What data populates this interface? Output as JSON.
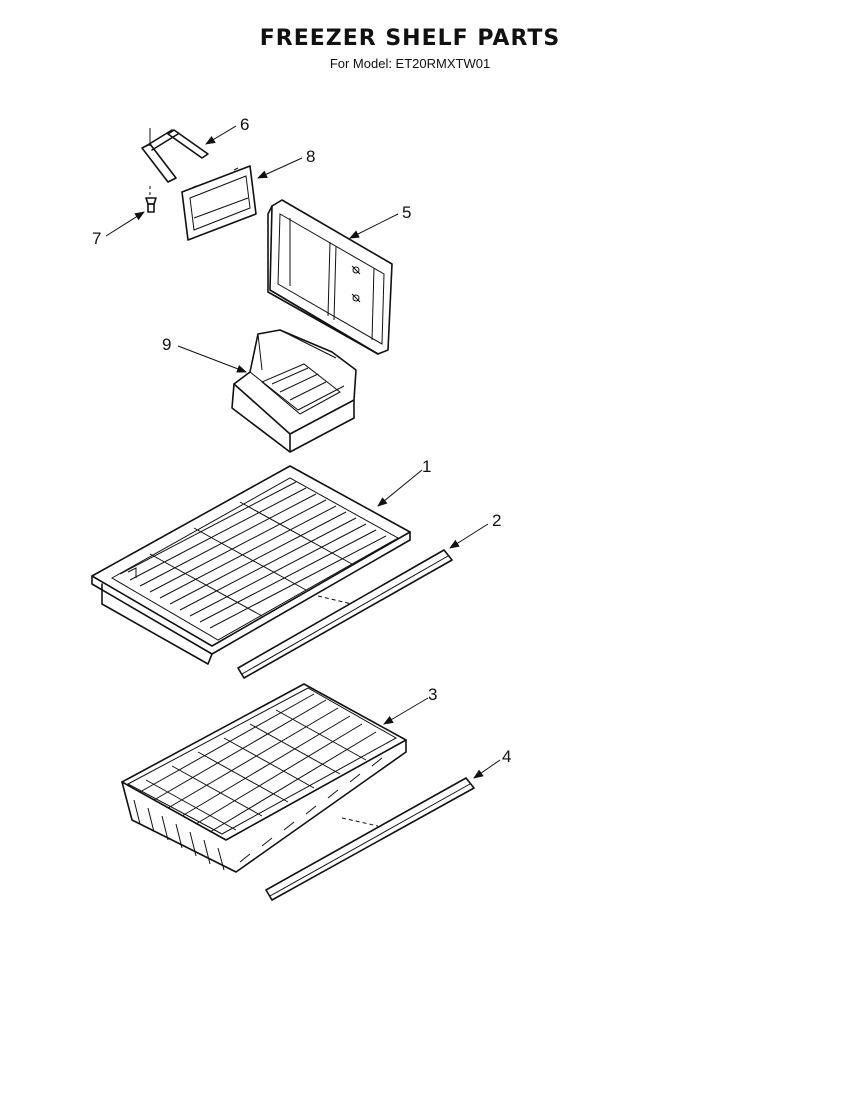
{
  "header": {
    "title": "FREEZER SHELF PARTS",
    "subtitle": "For Model: ET20RMXTW01"
  },
  "callouts": {
    "c1": "1",
    "c2": "2",
    "c3": "3",
    "c4": "4",
    "c5": "5",
    "c6": "6",
    "c7": "7",
    "c8": "8",
    "c9": "9"
  }
}
